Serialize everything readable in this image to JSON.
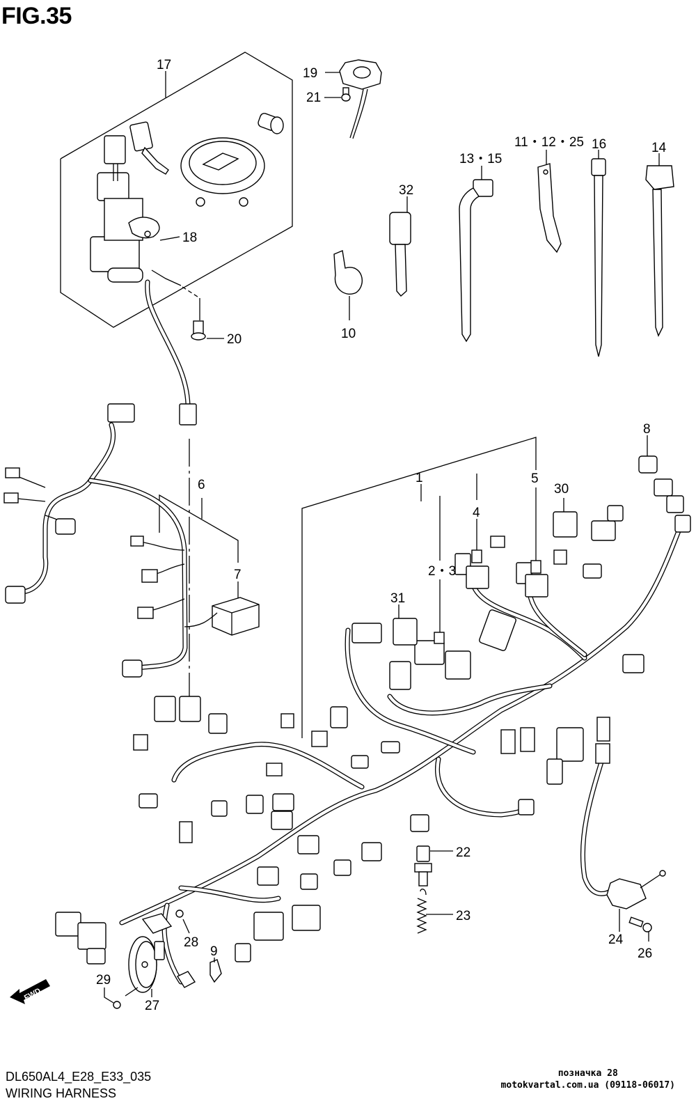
{
  "figure": {
    "title": "FIG.35",
    "code": "DL650AL4_E28_E33_035",
    "name": "WIRING HARNESS"
  },
  "direction_arrow": {
    "label": "FWD"
  },
  "watermark": {
    "line1": "позначка 28",
    "line2": "motokvartal.com.ua (09118-06017)"
  },
  "callouts": [
    {
      "id": "1",
      "label": "1"
    },
    {
      "id": "2-3",
      "label": "2・3"
    },
    {
      "id": "4",
      "label": "4"
    },
    {
      "id": "5",
      "label": "5"
    },
    {
      "id": "6",
      "label": "6"
    },
    {
      "id": "7",
      "label": "7"
    },
    {
      "id": "8",
      "label": "8"
    },
    {
      "id": "9",
      "label": "9"
    },
    {
      "id": "10",
      "label": "10"
    },
    {
      "id": "11-12-25",
      "label": "11・12・25"
    },
    {
      "id": "13-15",
      "label": "13・15"
    },
    {
      "id": "14",
      "label": "14"
    },
    {
      "id": "16",
      "label": "16"
    },
    {
      "id": "17",
      "label": "17"
    },
    {
      "id": "18",
      "label": "18"
    },
    {
      "id": "19",
      "label": "19"
    },
    {
      "id": "20",
      "label": "20"
    },
    {
      "id": "21",
      "label": "21"
    },
    {
      "id": "22",
      "label": "22"
    },
    {
      "id": "23",
      "label": "23"
    },
    {
      "id": "24",
      "label": "24"
    },
    {
      "id": "26",
      "label": "26"
    },
    {
      "id": "27",
      "label": "27"
    },
    {
      "id": "28",
      "label": "28"
    },
    {
      "id": "29",
      "label": "29"
    },
    {
      "id": "30",
      "label": "30"
    },
    {
      "id": "31",
      "label": "31"
    },
    {
      "id": "32",
      "label": "32"
    }
  ]
}
